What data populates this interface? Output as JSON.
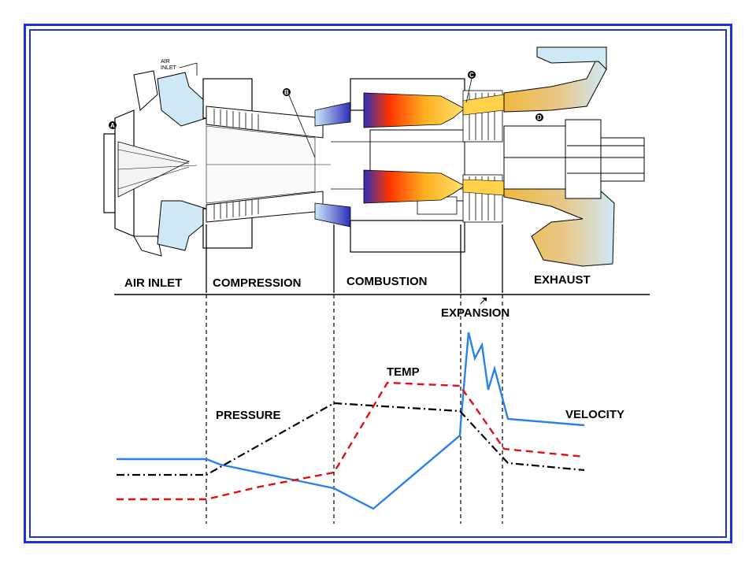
{
  "engine_labels": {
    "air_inlet_callout_line1": "AIR",
    "air_inlet_callout_line2": "INLET",
    "marker_a": "A",
    "marker_b": "B",
    "marker_c": "C",
    "marker_d": "D"
  },
  "stages": {
    "air_inlet": "AIR INLET",
    "compression": "COMPRESSION",
    "combustion": "COMBUSTION",
    "expansion": "EXPANSION",
    "exhaust": "EXHAUST"
  },
  "curves": {
    "pressure": {
      "label": "PRESSURE",
      "color": "#000000",
      "style": "dash-dot"
    },
    "temp": {
      "label": "TEMP",
      "color": "#e01010",
      "style": "dashed"
    },
    "velocity": {
      "label": "VELOCITY",
      "color": "#2a82e8",
      "style": "solid"
    }
  },
  "colors": {
    "frame": "#1f2fd8",
    "air_blue": "#cfe9f7",
    "compressor_blue": "#2b2fb8",
    "flame_red": "#ff3300",
    "flame_yellow": "#ffd24a",
    "exhaust_tan": "#e8c07a"
  }
}
